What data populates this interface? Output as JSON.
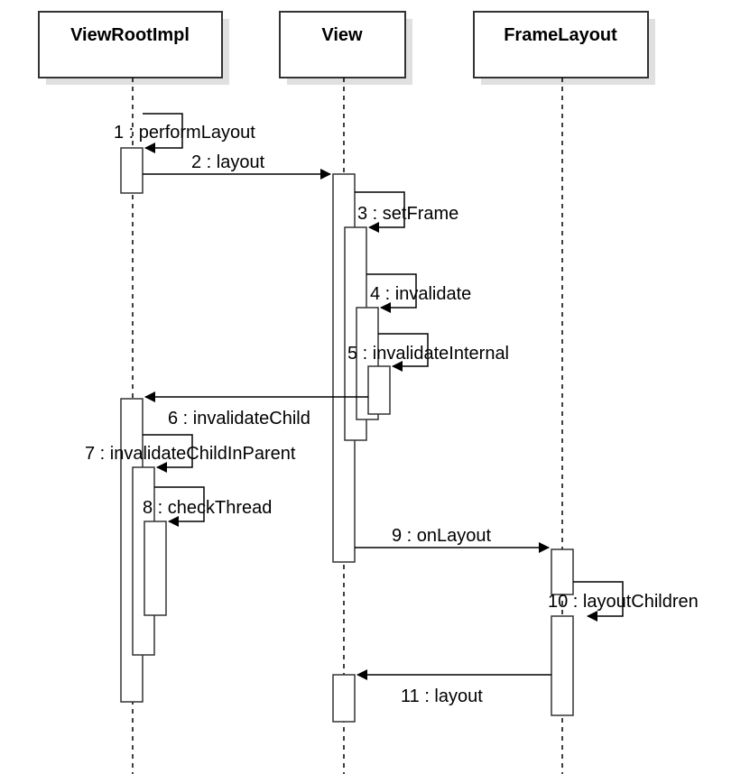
{
  "participants": [
    {
      "id": "viewrootimpl",
      "label": "ViewRootImpl"
    },
    {
      "id": "view",
      "label": "View"
    },
    {
      "id": "framelayout",
      "label": "FrameLayout"
    }
  ],
  "messages": [
    {
      "number": "1",
      "label": "1 : performLayout",
      "from": "viewrootimpl",
      "to": "viewrootimpl"
    },
    {
      "number": "2",
      "label": "2 : layout",
      "from": "viewrootimpl",
      "to": "view"
    },
    {
      "number": "3",
      "label": "3 : setFrame",
      "from": "view",
      "to": "view"
    },
    {
      "number": "4",
      "label": "4 : invalidate",
      "from": "view",
      "to": "view"
    },
    {
      "number": "5",
      "label": "5 : invalidateInternal",
      "from": "view",
      "to": "view"
    },
    {
      "number": "6",
      "label": "6 : invalidateChild",
      "from": "view",
      "to": "viewrootimpl"
    },
    {
      "number": "7",
      "label": "7 : invalidateChildInParent",
      "from": "viewrootimpl",
      "to": "viewrootimpl"
    },
    {
      "number": "8",
      "label": "8 : checkThread",
      "from": "viewrootimpl",
      "to": "viewrootimpl"
    },
    {
      "number": "9",
      "label": "9 : onLayout",
      "from": "view",
      "to": "framelayout"
    },
    {
      "number": "10",
      "label": "10 : layoutChildren",
      "from": "framelayout",
      "to": "framelayout"
    },
    {
      "number": "11",
      "label": "11 : layout",
      "from": "framelayout",
      "to": "view"
    }
  ],
  "colors": {
    "line": "#000000",
    "box_fill": "#ffffff",
    "box_stroke": "#333333",
    "shadow": "#e0e0e0"
  }
}
